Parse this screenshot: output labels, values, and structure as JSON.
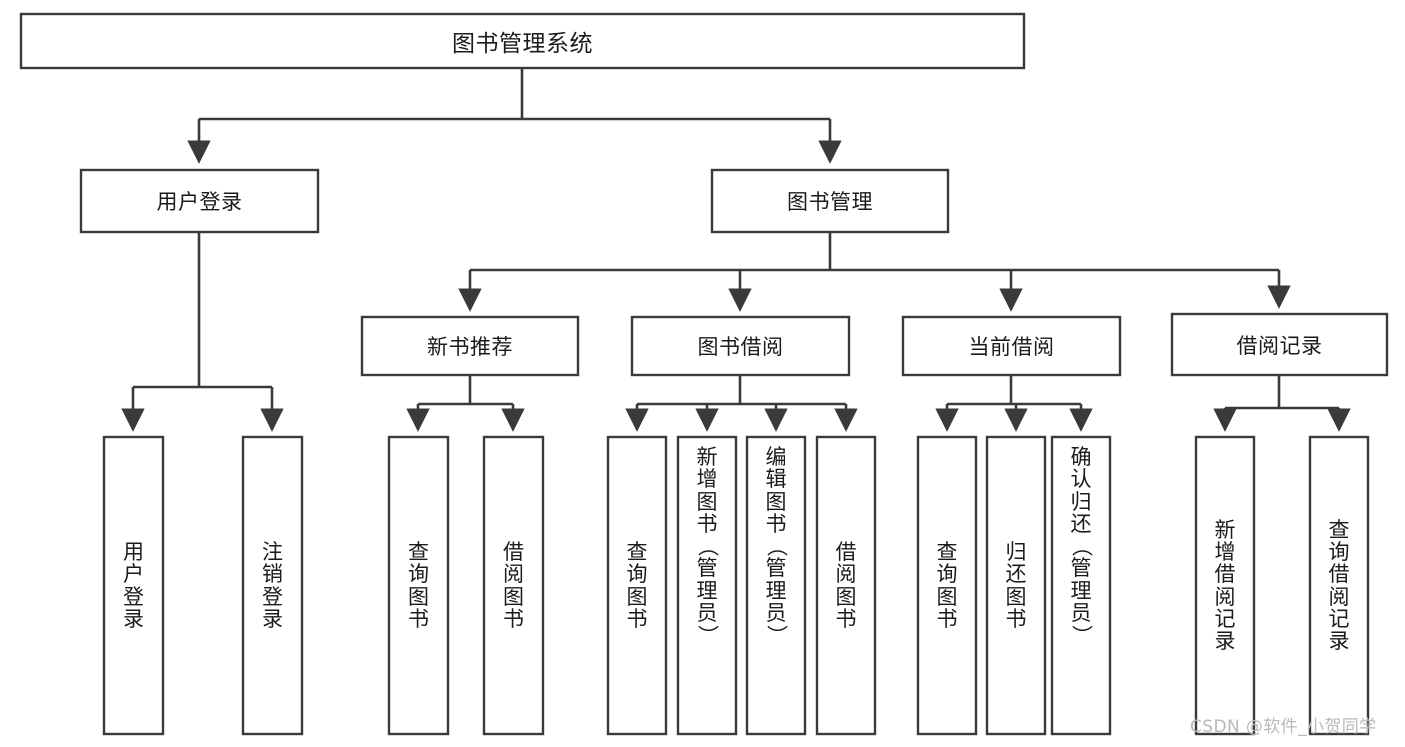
{
  "diagram": {
    "title": "图书管理系统",
    "type": "hierarchy-tree",
    "watermark": "CSDN @软件_小贺同学",
    "colors": {
      "box_stroke": "#3a3a3a",
      "box_fill": "#ffffff",
      "connector": "#3a3a3a",
      "text": "#1b1b1b",
      "watermark": "#b9b9b9",
      "background": "#ffffff"
    },
    "root": {
      "label": "图书管理系统"
    },
    "level2": [
      {
        "label": "用户登录"
      },
      {
        "label": "图书管理"
      }
    ],
    "level3": [
      {
        "label": "新书推荐"
      },
      {
        "label": "图书借阅"
      },
      {
        "label": "当前借阅"
      },
      {
        "label": "借阅记录"
      }
    ],
    "leaves": {
      "user_login": [
        {
          "label": "用户登录"
        },
        {
          "label": "注销登录"
        }
      ],
      "new_book_recommend": [
        {
          "label": "查询图书"
        },
        {
          "label": "借阅图书"
        }
      ],
      "book_borrow": [
        {
          "label": "查询图书"
        },
        {
          "label": "新增图书（管理员）"
        },
        {
          "label": "编辑图书（管理员）"
        },
        {
          "label": "借阅图书"
        }
      ],
      "current_borrow": [
        {
          "label": "查询图书"
        },
        {
          "label": "归还图书"
        },
        {
          "label": "确认归还（管理员）"
        }
      ],
      "borrow_record": [
        {
          "label": "新增借阅记录"
        },
        {
          "label": "查询借阅记录"
        }
      ]
    }
  }
}
